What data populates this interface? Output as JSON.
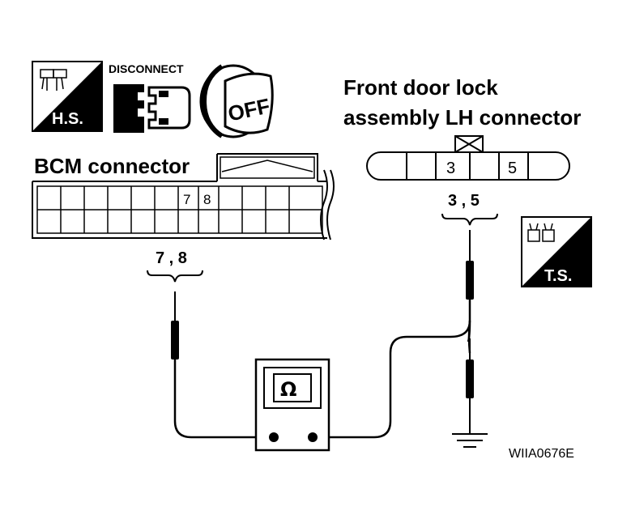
{
  "icons": {
    "hs_label": "H.S.",
    "disconnect_label": "DISCONNECT",
    "ignition_label": "OFF",
    "ts_label": "T.S."
  },
  "bcm": {
    "title": "BCM connector",
    "pin_a": "7",
    "pin_b": "8",
    "probe_label": "7 , 8"
  },
  "door_lock": {
    "title_line1": "Front door lock",
    "title_line2": "assembly LH connector",
    "pin_a": "3",
    "pin_b": "5",
    "probe_label": "3 , 5"
  },
  "meter": {
    "symbol": "Ω"
  },
  "figure_code": "WIIA0676E"
}
